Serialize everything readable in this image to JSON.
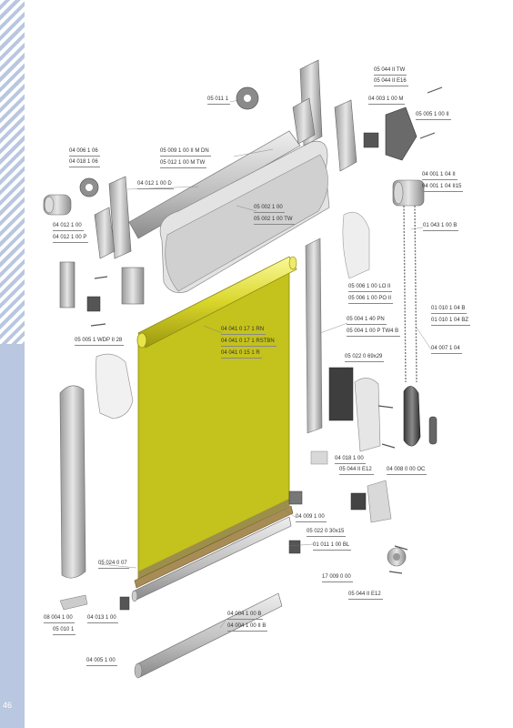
{
  "page_number": "46",
  "accent_color": "#c4c21c",
  "side_band_color": "#b9c7e0",
  "labels": [
    {
      "id": "l01",
      "text": "05 044 II TW"
    },
    {
      "id": "l02",
      "text": "05 044 II E16"
    },
    {
      "id": "l03",
      "text": "04 003 1 00 M"
    },
    {
      "id": "l04",
      "text": "05 005 1 00 II"
    },
    {
      "id": "l05",
      "text": "05 011 1"
    },
    {
      "id": "l06",
      "text": "04 006 1 06"
    },
    {
      "id": "l07",
      "text": "04 018 1 06"
    },
    {
      "id": "l08",
      "text": "05 009 1 00 II M DN"
    },
    {
      "id": "l09",
      "text": "05 012 1 00 M TW"
    },
    {
      "id": "l10",
      "text": "04 001 1 04 II"
    },
    {
      "id": "l11",
      "text": "04 001 1 04 II15"
    },
    {
      "id": "l12",
      "text": "04 012 1 00 D"
    },
    {
      "id": "l13",
      "text": "05 002 1 00"
    },
    {
      "id": "l14",
      "text": "05 002 1 00 TW"
    },
    {
      "id": "l15",
      "text": "04 012 1 00"
    },
    {
      "id": "l16",
      "text": "04 012 1 00 P"
    },
    {
      "id": "l17",
      "text": "01 043 1 00 B"
    },
    {
      "id": "l18",
      "text": "05 006 1 00 LO II"
    },
    {
      "id": "l19",
      "text": "05 006 1 00 PO II"
    },
    {
      "id": "l20",
      "text": "01 010 1 04 B"
    },
    {
      "id": "l21",
      "text": "01 010 1 04 BZ"
    },
    {
      "id": "l22",
      "text": "04 041 0 17 1 RN"
    },
    {
      "id": "l23",
      "text": "04 041 0 17 1 RSTBN"
    },
    {
      "id": "l24",
      "text": "04 041 0 15 1 R"
    },
    {
      "id": "l25",
      "text": "05 004 1 40 PN"
    },
    {
      "id": "l26",
      "text": "05 004 1 00 P TW4 B"
    },
    {
      "id": "l27",
      "text": "05 005 1 WDP II 28"
    },
    {
      "id": "l28",
      "text": "04 007 1 04"
    },
    {
      "id": "l29",
      "text": "05 022 0 69x29"
    },
    {
      "id": "l30",
      "text": "04 018 1 00"
    },
    {
      "id": "l31",
      "text": "05 044 II E12"
    },
    {
      "id": "l32",
      "text": "04 008 0 00 OC"
    },
    {
      "id": "l33",
      "text": "04 009 1 00"
    },
    {
      "id": "l34",
      "text": "05 022 0 30x15"
    },
    {
      "id": "l35",
      "text": "01 011 1 00 BL"
    },
    {
      "id": "l36",
      "text": "05 024 0 07"
    },
    {
      "id": "l37",
      "text": "17 009 0 00"
    },
    {
      "id": "l38",
      "text": "05 044 II E12"
    },
    {
      "id": "l39",
      "text": "08 004 1 00"
    },
    {
      "id": "l40",
      "text": "05 010 1"
    },
    {
      "id": "l41",
      "text": "04 013 1 00"
    },
    {
      "id": "l42",
      "text": "04 004 1 00 B"
    },
    {
      "id": "l43",
      "text": "04 004 1 00 II B"
    },
    {
      "id": "l44",
      "text": "04 005 1 00"
    }
  ]
}
